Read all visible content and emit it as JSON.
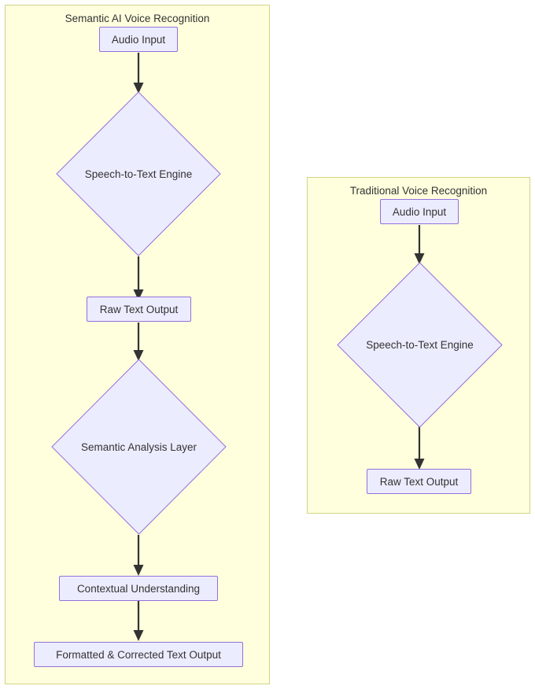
{
  "diagram": {
    "type": "flowchart",
    "direction": "top-to-bottom",
    "theme": {
      "subgraph_fill": "#ffffde",
      "subgraph_border": "#d4d484",
      "node_fill": "#ececff",
      "node_border": "#9370db",
      "edge_color": "#333333",
      "text_color": "#333333",
      "page_background": "#ffffff"
    },
    "subgraphs": [
      {
        "id": "semantic-ai",
        "title": "Semantic AI Voice Recognition",
        "nodes": [
          {
            "id": "s-audio-input",
            "label": "Audio Input",
            "shape": "rect"
          },
          {
            "id": "s-stt-engine",
            "label": "Speech-to-Text Engine",
            "shape": "diamond"
          },
          {
            "id": "s-raw-text",
            "label": "Raw Text Output",
            "shape": "rect"
          },
          {
            "id": "s-semantic-layer",
            "label": "Semantic Analysis Layer",
            "shape": "diamond"
          },
          {
            "id": "s-contextual",
            "label": "Contextual Understanding",
            "shape": "rect"
          },
          {
            "id": "s-formatted",
            "label": "Formatted & Corrected Text Output",
            "shape": "rect"
          }
        ],
        "edges": [
          {
            "from": "s-audio-input",
            "to": "s-stt-engine"
          },
          {
            "from": "s-stt-engine",
            "to": "s-raw-text"
          },
          {
            "from": "s-raw-text",
            "to": "s-semantic-layer"
          },
          {
            "from": "s-semantic-layer",
            "to": "s-contextual"
          },
          {
            "from": "s-contextual",
            "to": "s-formatted"
          }
        ]
      },
      {
        "id": "traditional",
        "title": "Traditional Voice Recognition",
        "nodes": [
          {
            "id": "t-audio-input",
            "label": "Audio Input",
            "shape": "rect"
          },
          {
            "id": "t-stt-engine",
            "label": "Speech-to-Text Engine",
            "shape": "diamond"
          },
          {
            "id": "t-raw-text",
            "label": "Raw Text Output",
            "shape": "rect"
          }
        ],
        "edges": [
          {
            "from": "t-audio-input",
            "to": "t-stt-engine"
          },
          {
            "from": "t-stt-engine",
            "to": "t-raw-text"
          }
        ]
      }
    ]
  }
}
